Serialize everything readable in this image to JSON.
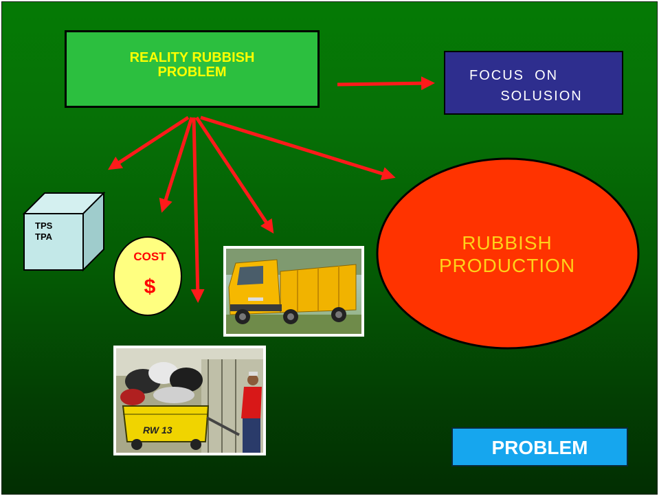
{
  "reality_box": {
    "label": "REALITY RUBBISH\nPROBLEM"
  },
  "focus_box": {
    "label": "FOCUS  ON\n      SOLUSION"
  },
  "tps_box": {
    "label": "TPS\nTPA"
  },
  "cost_circle": {
    "label": "COST",
    "symbol": "$"
  },
  "production_ellipse": {
    "label": "RUBBISH\nPRODUCTION"
  },
  "problem_box": {
    "label": "PROBLEM"
  },
  "photos": {
    "truck": {
      "icon": "garbage-truck-photo"
    },
    "cart": {
      "icon": "garbage-cart-worker-photo",
      "cart_text": "RW 13"
    }
  },
  "colors": {
    "background": "#056e05",
    "arrow": "#ff1a1a",
    "reality_fill": "#2cbf3f",
    "reality_text": "#ffff00",
    "focus_fill": "#2e2e8e",
    "production_fill": "#ff3300",
    "production_text": "#ffd21a",
    "problem_fill": "#16a6ee",
    "cost_fill": "#ffff80",
    "tps_fill": "#c3e8e8"
  }
}
